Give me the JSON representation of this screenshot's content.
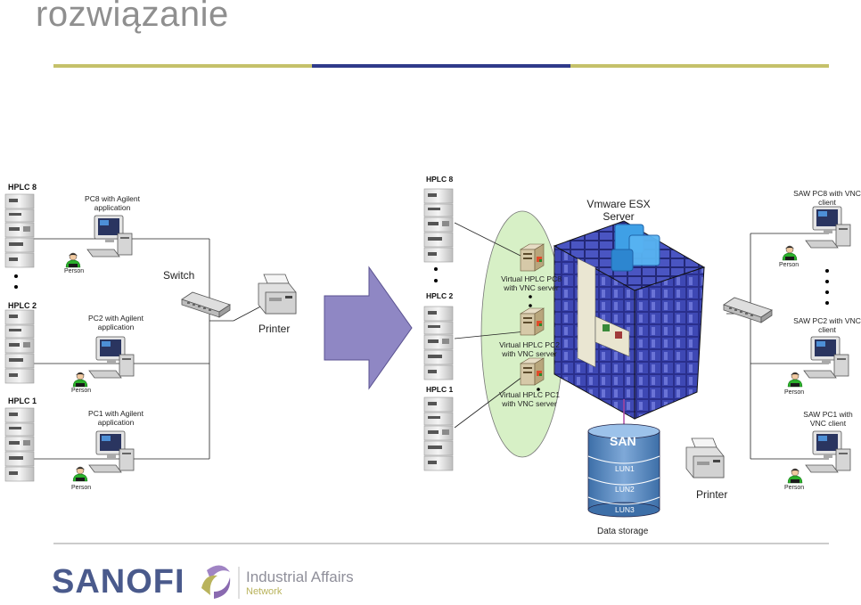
{
  "title": "rozwiązanie",
  "left": {
    "hplc8": "HPLC 8",
    "hplc2": "HPLC 2",
    "hplc1": "HPLC 1",
    "pc8": "PC8 with Agilent application",
    "pc2": "PC2 with Agilent application",
    "pc1": "PC1 with Agilent application",
    "person": "Person",
    "switch": "Switch",
    "printer": "Printer"
  },
  "middle": {
    "hplc8": "HPLC 8",
    "hplc2": "HPLC 2",
    "hplc1": "HPLC 1",
    "vm8": "Virtual HPLC PC8 with VNC server",
    "vm2": "Virtual HPLC PC2 with VNC server",
    "vm1": "Virtual HPLC PC1 with VNC server",
    "esx": "Vmware ESX Server",
    "san": "SAN",
    "luns": [
      "LUN1",
      "LUN2",
      "LUN3"
    ],
    "storage": "Data storage",
    "printer": "Printer"
  },
  "right": {
    "saw8": "SAW PC8 with VNC client",
    "saw2": "SAW PC2 with VNC client",
    "saw1": "SAW PC1 with VNC client",
    "person": "Person"
  },
  "footer": {
    "brand": "SANOFI",
    "division": "Industrial Affairs",
    "network": "Network"
  },
  "colors": {
    "title": "#8f8f8f",
    "line_olive": "#c5c16a",
    "line_navy": "#2f3a8a",
    "arrow": "#8f87c4",
    "ellipse": "#d7f0c6",
    "server": "#2a2f8c",
    "san": "#2c6fb3",
    "person": "#2bb02b",
    "brand": "#4a5a8c",
    "magenta": "#b04ca8"
  }
}
